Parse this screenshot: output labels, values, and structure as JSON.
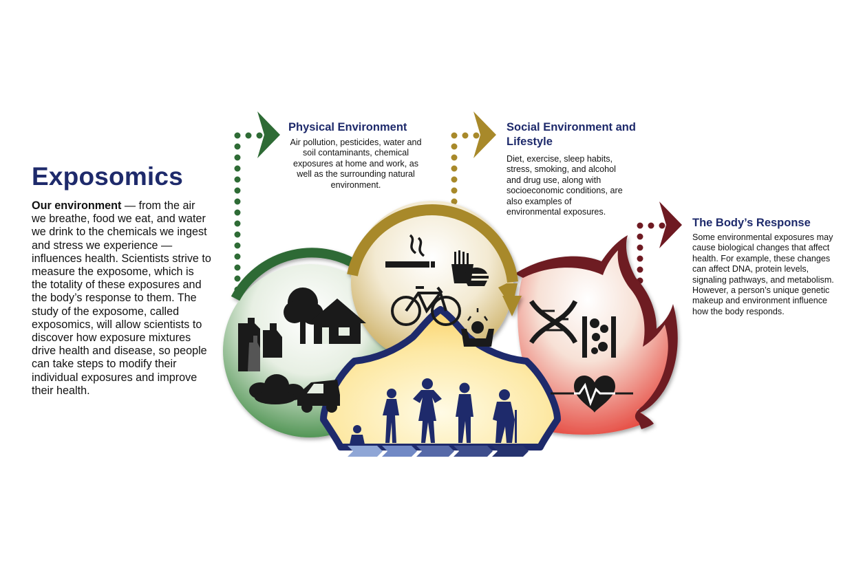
{
  "title": "Exposomics",
  "intro": {
    "lead": "Our environment",
    "text": " — from the air we breathe, food we eat, and water we drink to the chemicals we ingest and stress we experience — influences health. Scientists strive to measure the exposome, which is the totality of these exposures and the body’s response to them. The study of the exposome, called exposomics, will allow scientists to discover how exposure mixtures drive health and disease, so people can take steps to modify their individual exposures and improve their health."
  },
  "physical": {
    "heading": "Physical Environment",
    "body": "Air pollution, pesticides, water and soil contaminants, chemical exposures at home and work, as well as the surrounding natural environment."
  },
  "social": {
    "heading": "Social Environment and Lifestyle",
    "body": "Diet, exercise, sleep habits, stress, smoking, and alcohol and drug use, along with socioeconomic conditions, are also examples of environmental exposures."
  },
  "body_response": {
    "heading": "The Body’s Response",
    "body": "Some environmental exposures may cause biological changes that affect health. For example, these changes can affect DNA, protein levels, signaling pathways, and metabolism. However, a person’s unique genetic makeup and environment influence how the body responds."
  },
  "colors": {
    "navy": "#1e2a6b",
    "green": "#2e6b35",
    "gold": "#a8892a",
    "maroon": "#6e1a22",
    "red": "#e03a2a"
  },
  "icons": [
    "bottles-icon",
    "tree-icon",
    "house-icon",
    "smog-icon",
    "car-icon",
    "cigarette-icon",
    "fast-food-icon",
    "bicycle-icon",
    "stress-person-icon",
    "dna-icon",
    "cell-membrane-icon",
    "heart-pulse-icon",
    "life-stages-silhouettes-icon",
    "progress-chevrons-icon"
  ]
}
